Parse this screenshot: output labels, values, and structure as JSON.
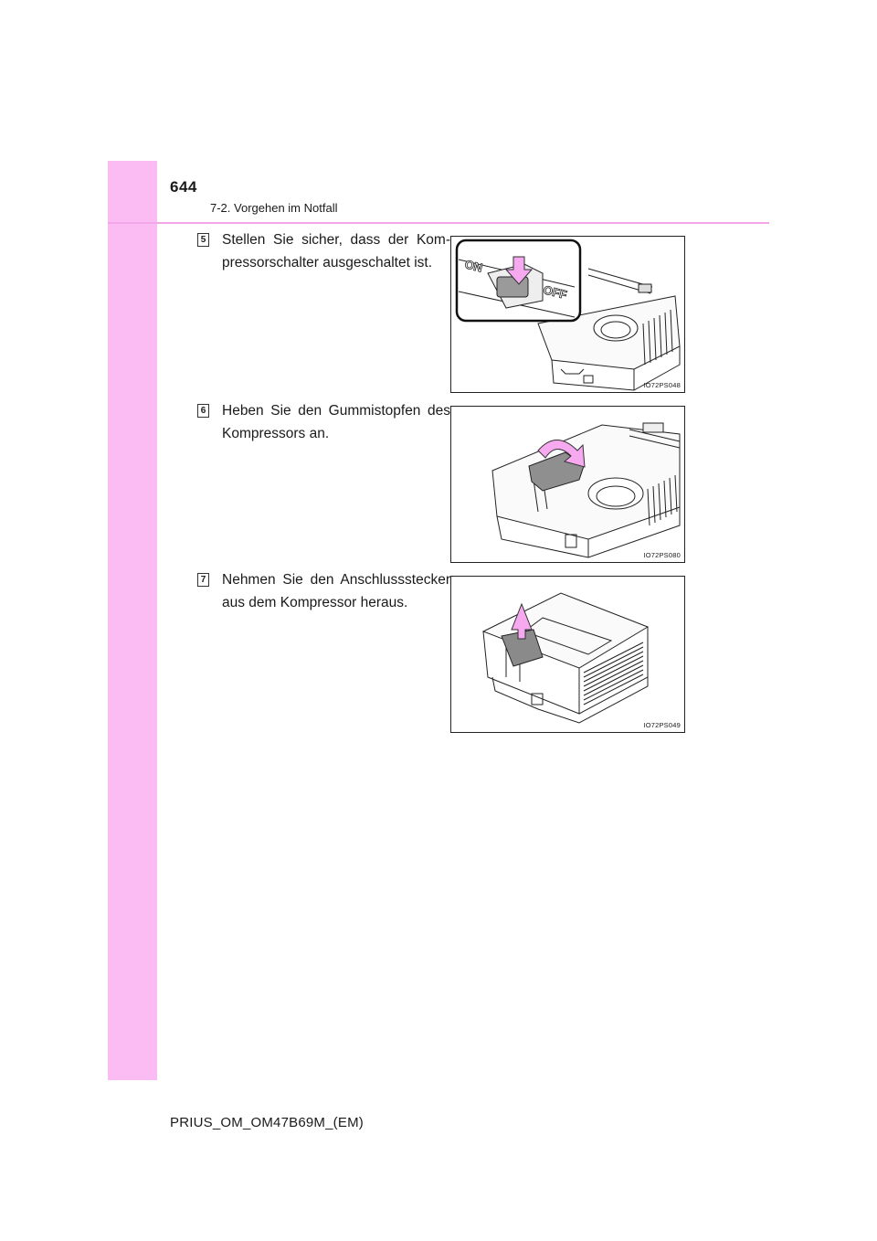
{
  "header": {
    "page_number": "644",
    "section_title": "7-2. Vorgehen im Notfall"
  },
  "steps": [
    {
      "number": "5",
      "text": "Stellen Sie sicher, dass der Kom-pressorschalter ausgeschaltet ist.",
      "figure_code": "IO72PS048",
      "switch_on": "ON",
      "switch_off": "OFF"
    },
    {
      "number": "6",
      "text": "Heben Sie den Gummistopfen des Kompressors an.",
      "figure_code": "IO72PS080"
    },
    {
      "number": "7",
      "text": "Nehmen Sie den Anschlussstecker aus dem Kompressor heraus.",
      "figure_code": "IO72PS049"
    }
  ],
  "footer": {
    "document_id": "PRIUS_OM_OM47B69M_(EM)"
  },
  "colors": {
    "sidebar": "#fbbcf3",
    "rule": "#f2a8e8",
    "arrow": "#f6a9ef"
  }
}
